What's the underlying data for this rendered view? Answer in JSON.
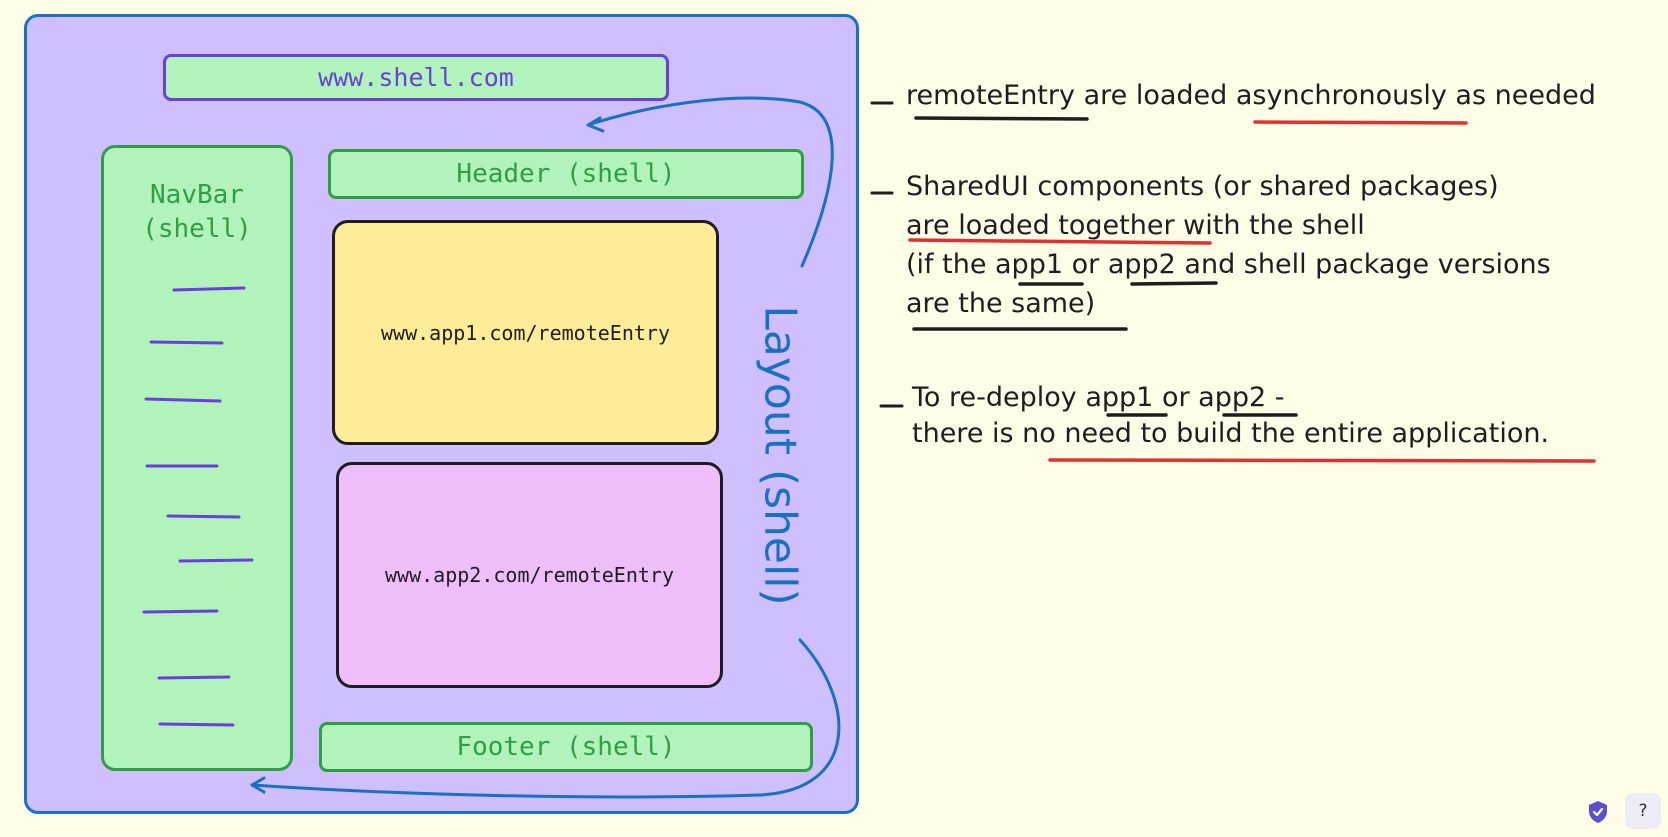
{
  "diagram": {
    "shell_url": "www.shell.com",
    "navbar_label": "NavBar\n(shell)",
    "header_label": "Header (shell)",
    "footer_label": "Footer (shell)",
    "app1_label": "www.app1.com/remoteEntry",
    "app2_label": "www.app2.com/remoteEntry",
    "layout_label": "Layout (shell)"
  },
  "notes": {
    "n1_a": "remoteEntry",
    "n1_b": " are loaded ",
    "n1_c": "asynchronously",
    "n1_d": " as needed",
    "n2_l1": "SharedUI components (or shared packages)",
    "n2_l2a": "are loaded together",
    "n2_l2b": " with the shell",
    "n2_l3a": "(if the ",
    "n2_l3b": "app1",
    "n2_l3c": " or ",
    "n2_l3d": "app2",
    "n2_l3e": " and shell package versions",
    "n2_l4": " are the same)",
    "n3_l1a": "To re-deploy ",
    "n3_l1b": "app1",
    "n3_l1c": " or ",
    "n3_l1d": "app2",
    "n3_l1e": " -",
    "n3_l2a": "there is ",
    "n3_l2b": "no need to build the entire application."
  },
  "colors": {
    "shell_fill": "#d0bfff",
    "shell_stroke": "#1971c2",
    "green_fill": "#b2f2bb",
    "green_stroke": "#2f9e44",
    "app1_fill": "#ffec99",
    "app2_fill": "#eebefa",
    "red_underline": "#e03131",
    "black_underline": "#1e1e1e"
  },
  "icons": {
    "shield": "shield-check-icon",
    "help": "help-icon"
  },
  "help_symbol": "?"
}
